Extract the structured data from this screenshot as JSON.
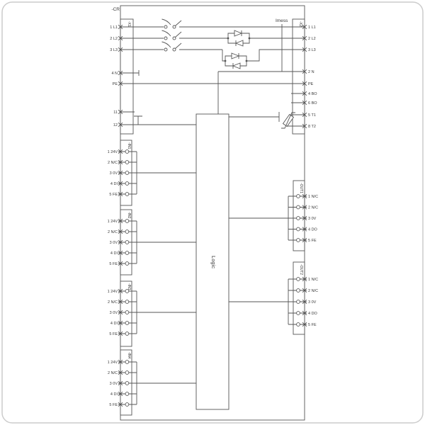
{
  "labels": {
    "device": "-CR",
    "imess": "Imess",
    "logic": "Logic",
    "x1": "-X1",
    "x2": "-X2"
  },
  "x1_terminals": [
    "1 L1",
    "2 L2",
    "3 L3",
    "4 N",
    "PE",
    "11",
    "12"
  ],
  "x2_terminals": [
    "1 L1",
    "2 L2",
    "3 L3",
    "2 N",
    "PE",
    "4 BO",
    "6 BO",
    "5 T1",
    "8 T2"
  ],
  "inputs": [
    {
      "name": "-IN1",
      "pins": [
        "1 24V",
        "2 N/C",
        "3 0V",
        "4 DI",
        "5 FE"
      ]
    },
    {
      "name": "-IN2",
      "pins": [
        "1 24V",
        "2 N/C",
        "3 0V",
        "4 DI",
        "5 FE"
      ]
    },
    {
      "name": "-IN3",
      "pins": [
        "1 24V",
        "2 N/C",
        "3 0V",
        "4 DI",
        "5 FE"
      ]
    },
    {
      "name": "-IN4",
      "pins": [
        "1 24V",
        "2 N/C",
        "3 0V",
        "4 DI",
        "5 FE"
      ]
    }
  ],
  "outputs": [
    {
      "name": "-OUT1",
      "pins": [
        "1 N/C",
        "2 N/C",
        "3 0V",
        "4 DO",
        "5 FE"
      ]
    },
    {
      "name": "-OUT2",
      "pins": [
        "1 N/C",
        "2 N/C",
        "3 0V",
        "4 DO",
        "5 FE"
      ]
    }
  ],
  "colors": {
    "line": "#555555",
    "text": "#3a3a3a",
    "page_border": "#cccccc",
    "background": "#ffffff"
  }
}
